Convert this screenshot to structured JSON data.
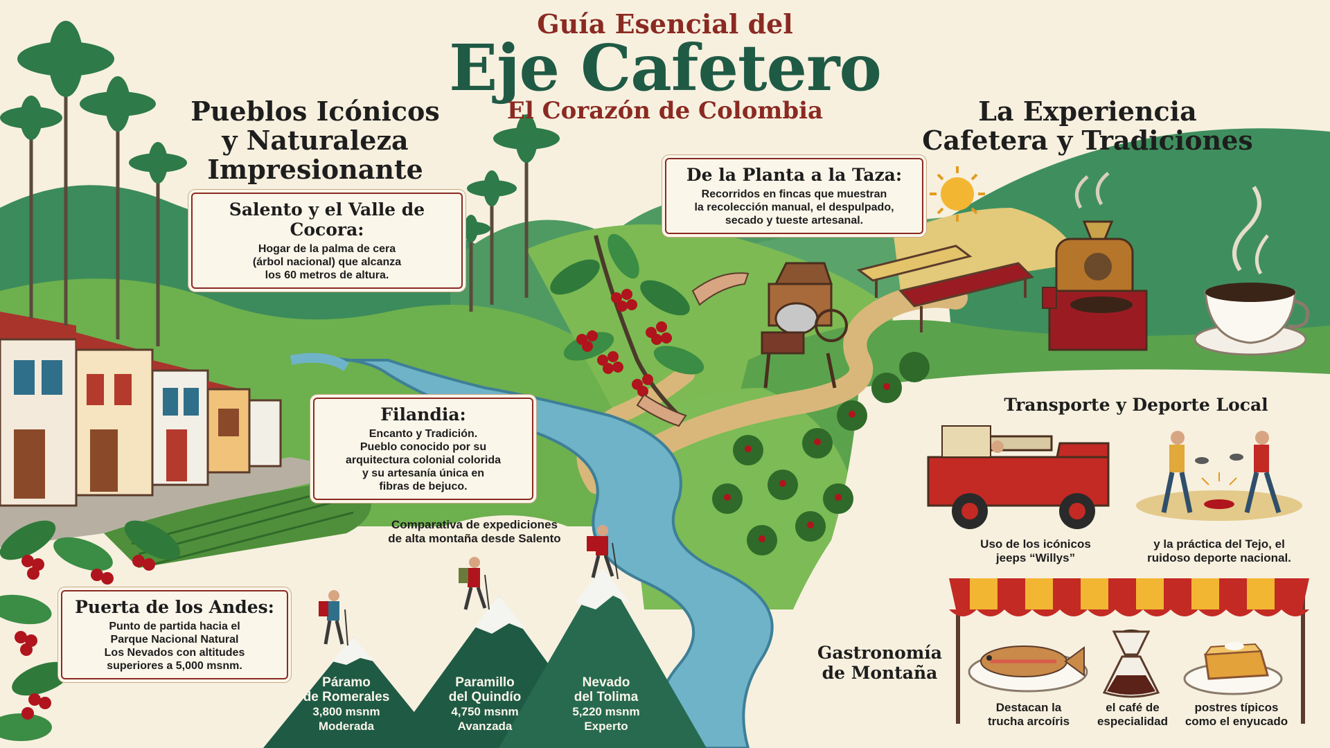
{
  "header": {
    "kicker": "Guía Esencial del",
    "title": "Eje Cafetero",
    "subtitle": "El Corazón de Colombia"
  },
  "left_section": {
    "title_lines": [
      "Pueblos Icónicos",
      "y Naturaleza",
      "Impresionante"
    ]
  },
  "right_section": {
    "title_lines": [
      "La Experiencia",
      "Cafetera y Tradiciones"
    ]
  },
  "cards": {
    "salento": {
      "title": "Salento y el Valle de Cocora:",
      "lines": [
        "Hogar de la palma de cera",
        "(árbol nacional) que alcanza",
        "los 60 metros de altura."
      ]
    },
    "filandia": {
      "title": "Filandia:",
      "lines": [
        "Encanto y Tradición.",
        "Pueblo conocido por su",
        "arquitectura colonial colorida",
        "y su artesanía única en",
        "fibras de bejuco."
      ]
    },
    "andes": {
      "title": "Puerta de los Andes:",
      "lines": [
        "Punto de partida hacia el",
        "Parque Nacional Natural",
        "Los Nevados con altitudes",
        "superiores a 5,000 msnm."
      ]
    },
    "planta": {
      "title": "De la Planta a la Taza:",
      "lines": [
        "Recorridos en fincas que muestran",
        "la recolección manual, el despulpado,",
        "secado y tueste artesanal."
      ]
    }
  },
  "expeditions": {
    "caption_lines": [
      "Comparativa de expediciones",
      "de alta montaña desde Salento"
    ],
    "peaks": [
      {
        "name_lines": [
          "Páramo",
          "de Romerales"
        ],
        "altitude": "3,800 msnm",
        "level": "Moderada"
      },
      {
        "name_lines": [
          "Paramillo",
          "del Quindío"
        ],
        "altitude": "4,750 msnm",
        "level": "Avanzada"
      },
      {
        "name_lines": [
          "Nevado",
          "del Tolima"
        ],
        "altitude": "5,220 msnm",
        "level": "Experto"
      }
    ]
  },
  "transport": {
    "title": "Transporte y Deporte Local",
    "items": [
      {
        "lines": [
          "Uso de los icónicos",
          "jeeps “Willys”"
        ],
        "icon": "willys-jeep-icon"
      },
      {
        "lines": [
          "y la práctica del Tejo, el",
          "ruidoso deporte nacional."
        ],
        "icon": "tejo-players-icon"
      }
    ]
  },
  "gastronomy": {
    "title_lines": [
      "Gastronomía",
      "de Montaña"
    ],
    "items": [
      {
        "lines": [
          "Destacan la",
          "trucha arcoíris"
        ],
        "icon": "trout-plate-icon"
      },
      {
        "lines": [
          "el café de",
          "especialidad"
        ],
        "icon": "coffee-pot-icon"
      },
      {
        "lines": [
          "postres típicos",
          "como el enyucado"
        ],
        "icon": "enyucado-icon"
      }
    ]
  },
  "colors": {
    "title_green": "#1f5a45",
    "title_red": "#8a2a22",
    "cream": "#f7f0df",
    "coffee_red": "#b0141c",
    "river_blue": "#6fb3c9"
  }
}
